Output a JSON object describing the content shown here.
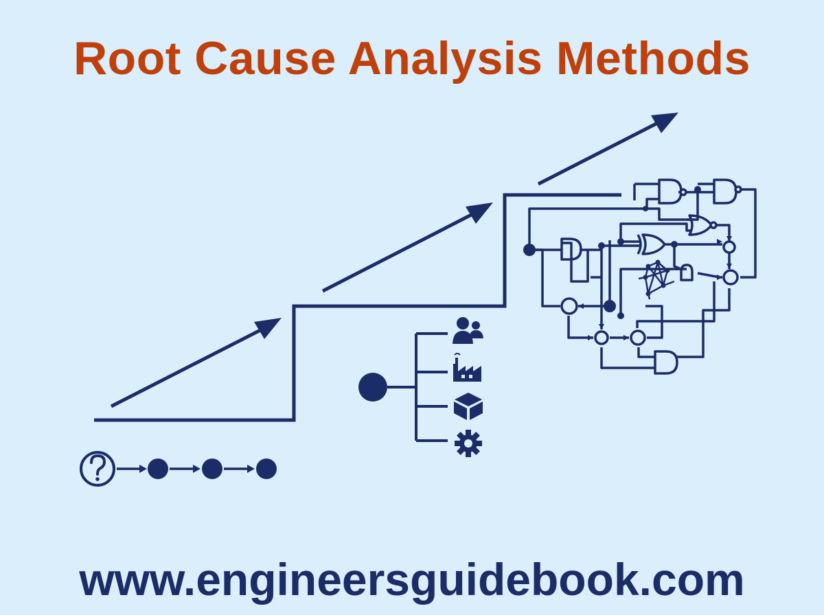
{
  "header": {
    "title": "Root Cause Analysis Methods"
  },
  "footer": {
    "url": "www.engineersguidebook.com"
  },
  "theme": {
    "background": "#daeefb",
    "title_color": "#c0400c",
    "ink": "#1b2d66"
  },
  "sections": {
    "five_whys": {
      "icons": [
        "question-circle-icon",
        "chain-node",
        "chain-node",
        "chain-node"
      ]
    },
    "fishbone": {
      "icons": [
        "people-icon",
        "factory-icon",
        "package-icon",
        "gear-icon"
      ]
    },
    "fault_tree": {
      "icons": [
        "and-gate",
        "or-gate",
        "xor-gate",
        "network-icon",
        "junction-node"
      ]
    }
  }
}
